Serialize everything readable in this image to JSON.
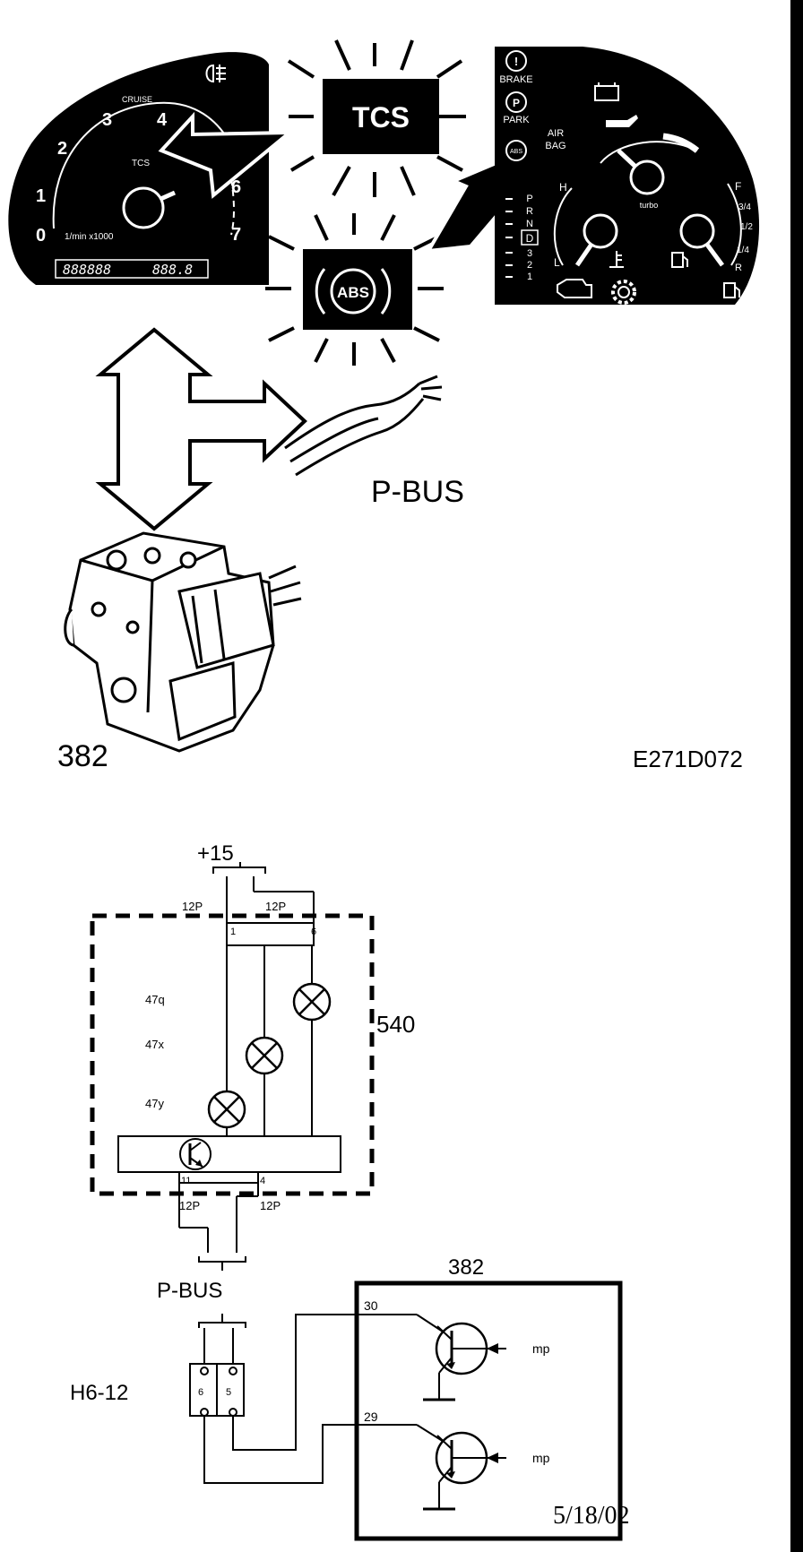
{
  "top_illustration": {
    "cluster_left": {
      "rpm_numbers": [
        "0",
        "1",
        "2",
        "3",
        "4",
        "6",
        "7"
      ],
      "cruise_label": "CRUISE",
      "tcs_label": "TCS",
      "rpm_unit": "1/min x1000",
      "odometer": "888888",
      "trip": "888.8"
    },
    "tcs_lamp": "TCS",
    "abs_lamp": "ABS",
    "cluster_right": {
      "brake_label": "BRAKE",
      "park_label": "PARK",
      "airbag_label": "AIR\nBAG",
      "abs_small": "ABS",
      "turbo_label": "turbo",
      "gear_letters": [
        "P",
        "R",
        "N",
        "D",
        "3",
        "2",
        "1"
      ],
      "temp_high": "H",
      "temp_low": "L",
      "fuel_full": "F",
      "fuel_three_quarter": "3/4",
      "fuel_half": "1/2",
      "fuel_quarter": "1/4",
      "fuel_reserve": "R"
    },
    "pbus_label": "P-BUS",
    "module_number": "382",
    "figure_code": "E271D072"
  },
  "schematic": {
    "supply_label": "+15",
    "connector_top_left": "12P",
    "connector_top_right": "12P",
    "pin_top_left": "1",
    "pin_top_right": "6",
    "lamp_q": "47q",
    "lamp_x": "47x",
    "lamp_y": "47y",
    "cluster_ref": "540",
    "pin_bottom_left": "11",
    "pin_bottom_right": "4",
    "connector_bottom_left": "12P",
    "connector_bottom_right": "12P",
    "pbus_label": "P-BUS",
    "junction_ref": "H6-12",
    "junction_pin_left": "6",
    "junction_pin_right": "5",
    "module_ref": "382",
    "module_pin_upper": "30",
    "module_pin_lower": "29",
    "mp_upper": "mp",
    "mp_lower": "mp",
    "date_stamp": "5/18/02"
  }
}
